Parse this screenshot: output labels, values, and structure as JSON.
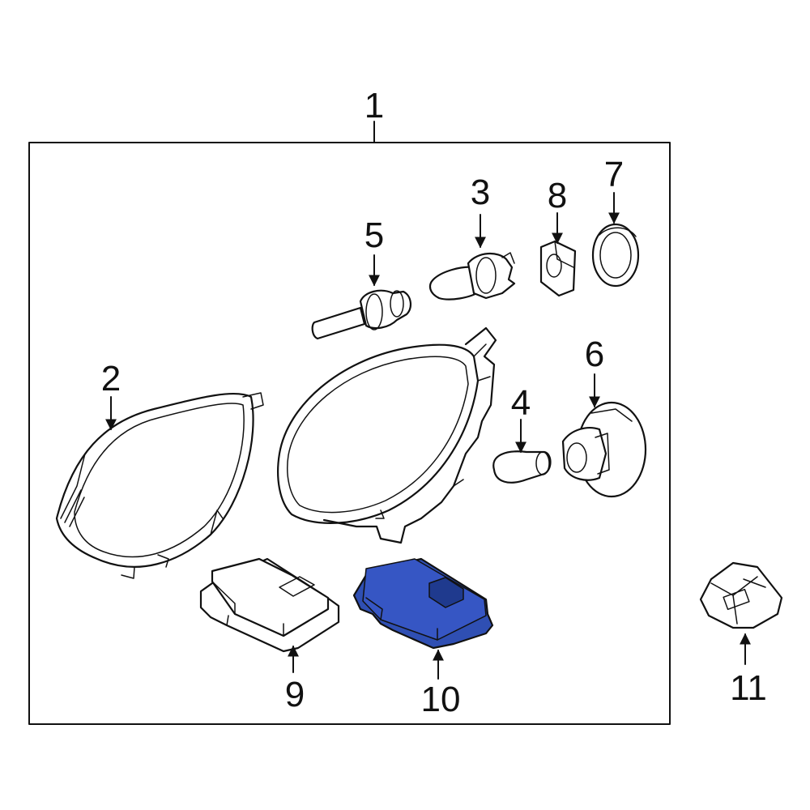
{
  "diagram": {
    "callouts": {
      "c1": "1",
      "c2": "2",
      "c3": "3",
      "c4": "4",
      "c5": "5",
      "c6": "6",
      "c7": "7",
      "c8": "8",
      "c9": "9",
      "c10": "10",
      "c11": "11"
    },
    "highlight_color": "#2f4fb3"
  }
}
